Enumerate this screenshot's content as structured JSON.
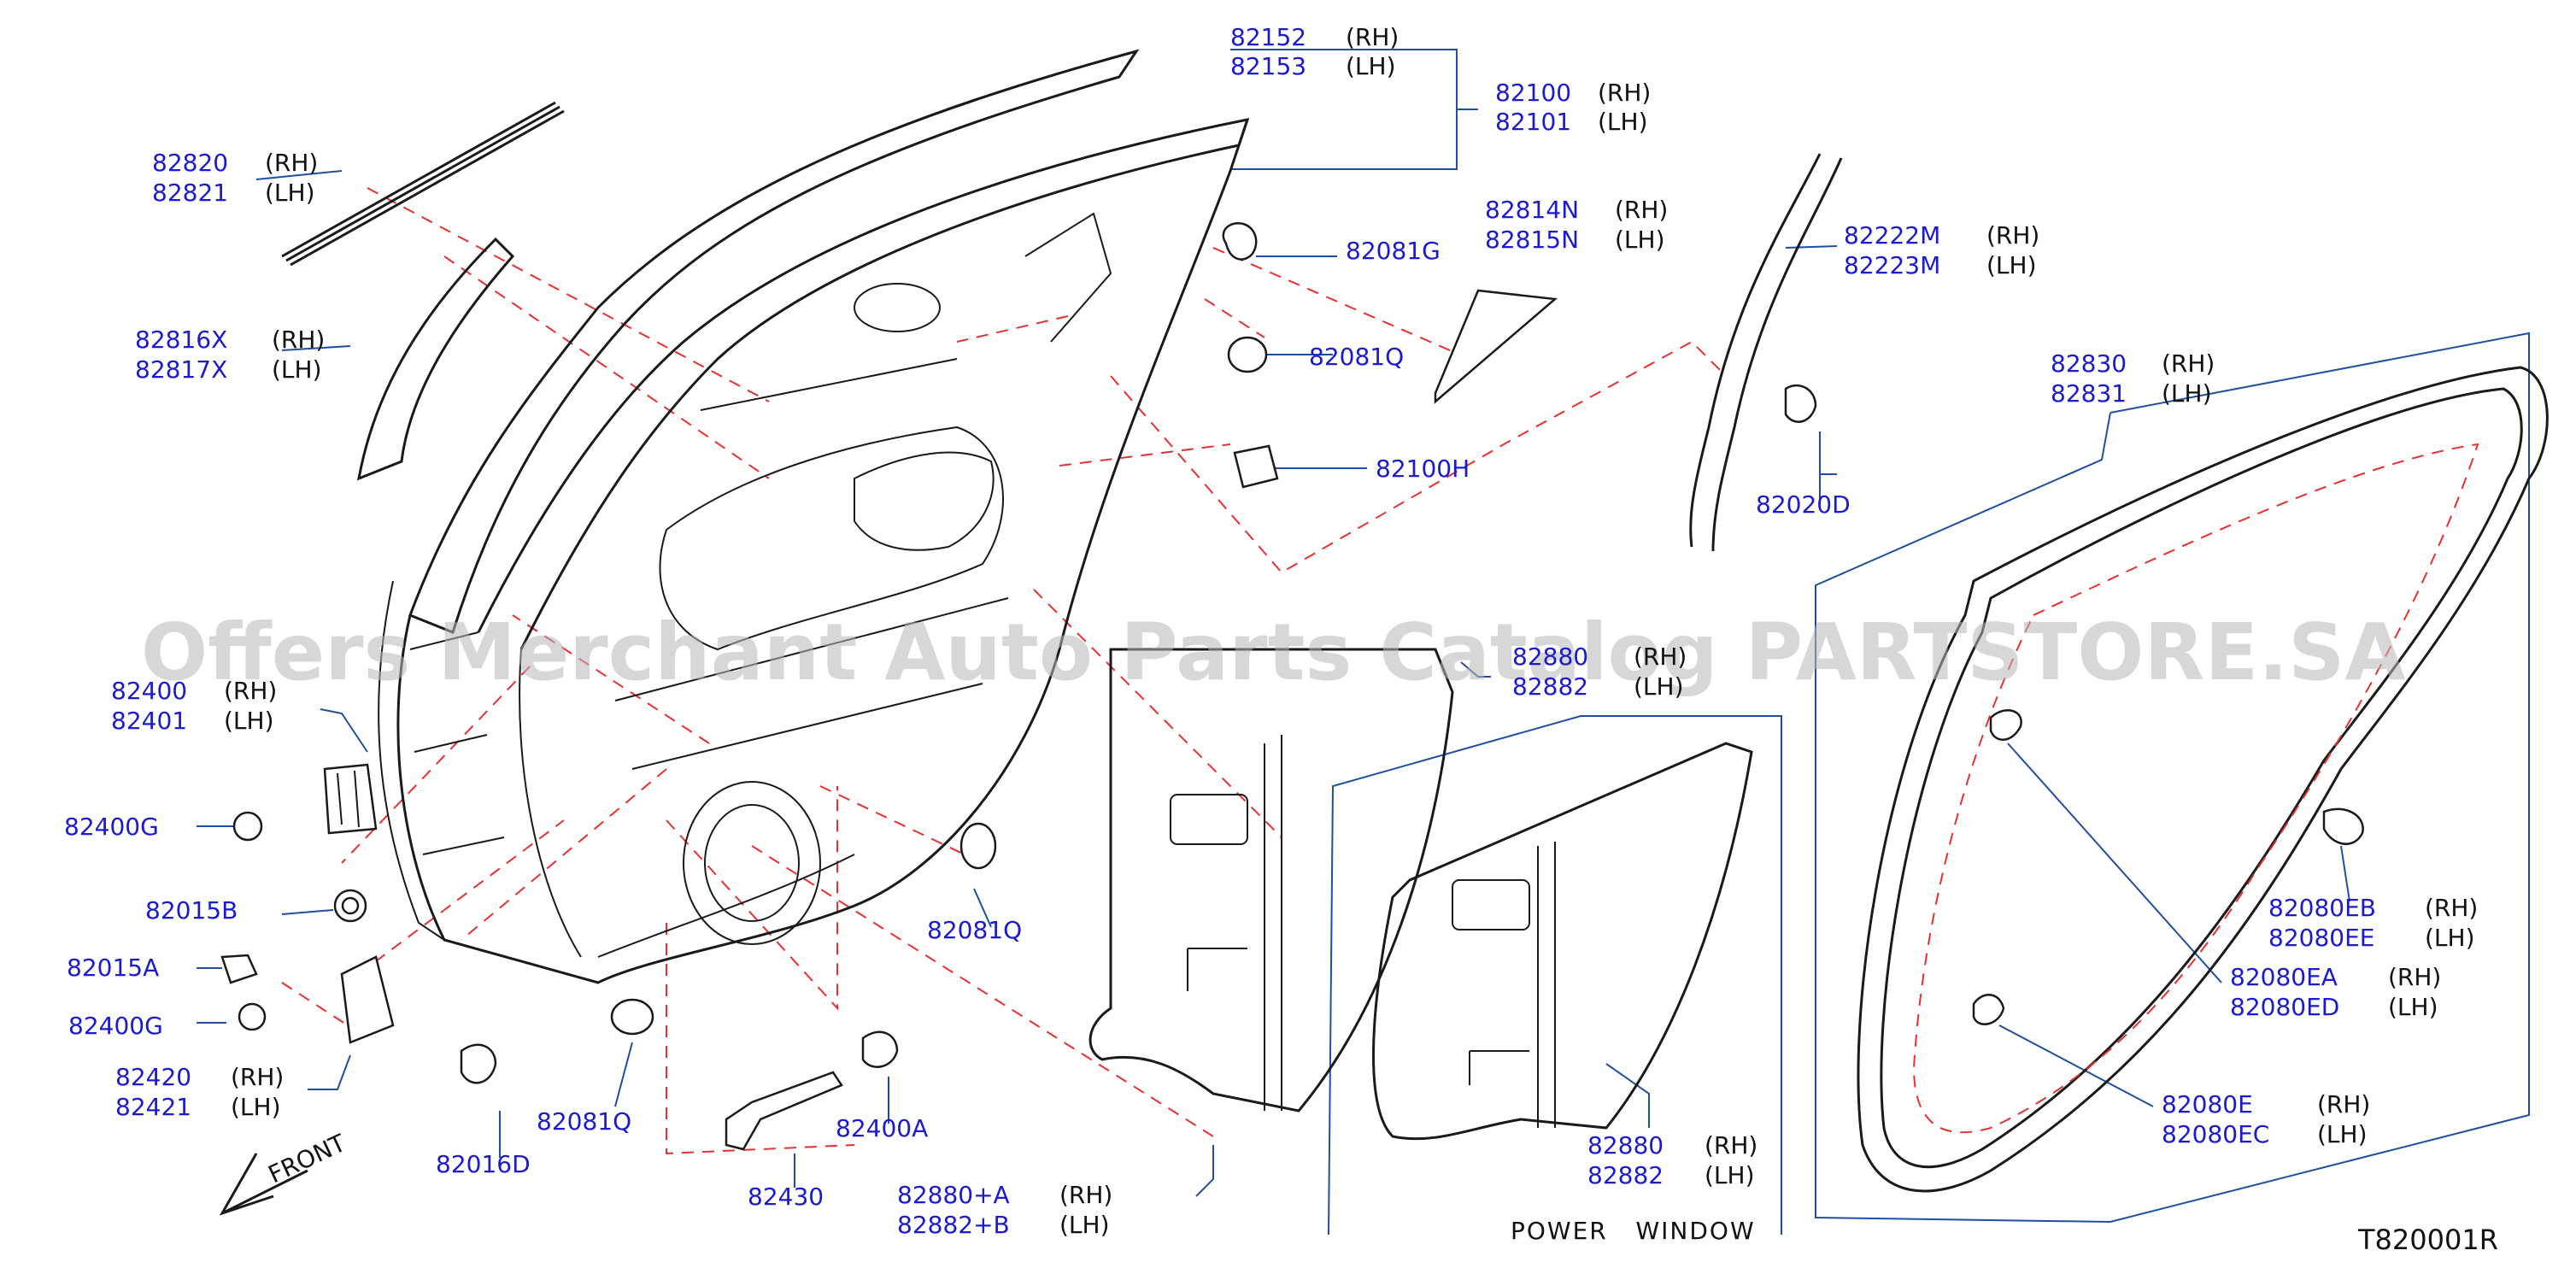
{
  "watermark": "Offers Merchant Auto Parts Catalog PARTSTORE.SA",
  "reference_code": "T820001R",
  "caption_power_window": "POWER   WINDOW",
  "front_label": "FRONT",
  "callouts": {
    "p82152": {
      "part": "82152",
      "side": "(RH)"
    },
    "p82153": {
      "part": "82153",
      "side": "(LH)"
    },
    "p82100": {
      "part": "82100",
      "side": "(RH)"
    },
    "p82101": {
      "part": "82101",
      "side": "(LH)"
    },
    "p82820": {
      "part": "82820",
      "side": "(RH)"
    },
    "p82821": {
      "part": "82821",
      "side": "(LH)"
    },
    "p82081G": {
      "part": "82081G"
    },
    "p82814N": {
      "part": "82814N",
      "side": "(RH)"
    },
    "p82815N": {
      "part": "82815N",
      "side": "(LH)"
    },
    "p82222M": {
      "part": "82222M",
      "side": "(RH)"
    },
    "p82223M": {
      "part": "82223M",
      "side": "(LH)"
    },
    "p82816X": {
      "part": "82816X",
      "side": "(RH)"
    },
    "p82817X": {
      "part": "82817X",
      "side": "(LH)"
    },
    "p82081Q_a": {
      "part": "82081Q"
    },
    "p82830": {
      "part": "82830",
      "side": "(RH)"
    },
    "p82831": {
      "part": "82831",
      "side": "(LH)"
    },
    "p82100H": {
      "part": "82100H"
    },
    "p82020D": {
      "part": "82020D"
    },
    "p82880_upper": {
      "part": "82880",
      "side": "(RH)"
    },
    "p82882_upper": {
      "part": "82882",
      "side": "(LH)"
    },
    "p82400": {
      "part": "82400",
      "side": "(RH)"
    },
    "p82401": {
      "part": "82401",
      "side": "(LH)"
    },
    "p82400G_a": {
      "part": "82400G"
    },
    "p82015B": {
      "part": "82015B"
    },
    "p82081Q_b": {
      "part": "82081Q"
    },
    "p82015A": {
      "part": "82015A"
    },
    "p82400G_b": {
      "part": "82400G"
    },
    "p82420": {
      "part": "82420",
      "side": "(RH)"
    },
    "p82421": {
      "part": "82421",
      "side": "(LH)"
    },
    "p82016D": {
      "part": "82016D"
    },
    "p82081Q_c": {
      "part": "82081Q"
    },
    "p82400A": {
      "part": "82400A"
    },
    "p82430": {
      "part": "82430"
    },
    "p82880A": {
      "part": "82880+A",
      "side": "(RH)"
    },
    "p82882B": {
      "part": "82882+B",
      "side": "(LH)"
    },
    "p82880_lower": {
      "part": "82880",
      "side": "(RH)"
    },
    "p82882_lower": {
      "part": "82882",
      "side": "(LH)"
    },
    "p82080EB": {
      "part": "82080EB",
      "side": "(RH)"
    },
    "p82080EE": {
      "part": "82080EE",
      "side": "(LH)"
    },
    "p82080EA": {
      "part": "82080EA",
      "side": "(RH)"
    },
    "p82080ED": {
      "part": "82080ED",
      "side": "(LH)"
    },
    "p82080E": {
      "part": "82080E",
      "side": "(RH)"
    },
    "p82080EC": {
      "part": "82080EC",
      "side": "(LH)"
    }
  }
}
